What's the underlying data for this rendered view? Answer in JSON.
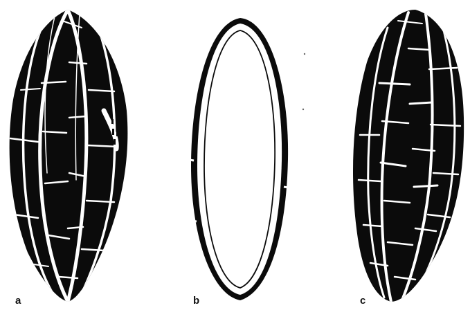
{
  "figure": {
    "panels": [
      {
        "label": "a",
        "description_icon": "segmented-spindle-icon"
      },
      {
        "label": "b",
        "description_icon": "hollow-spindle-outline-icon"
      },
      {
        "label": "c",
        "description_icon": "patched-spindle-icon"
      }
    ],
    "colors": {
      "fill": "#0b0b0b",
      "background": "#ffffff"
    }
  }
}
